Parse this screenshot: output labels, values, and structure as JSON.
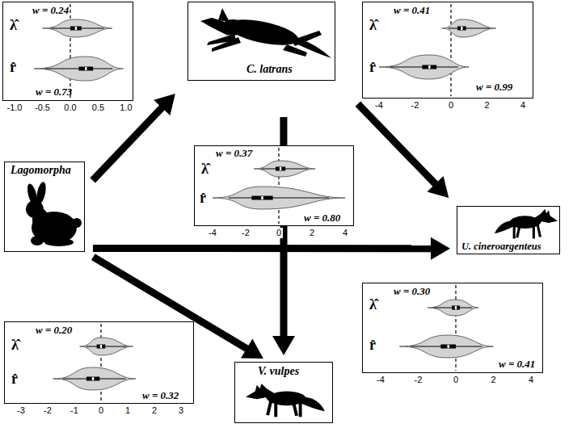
{
  "diagram": {
    "nodes": [
      {
        "text": [
          "λ̂",
          "w = 0.24",
          "r̂",
          "w = 0.73",
          "-1.0",
          "-0.5",
          "0.0",
          "0.5",
          "1.0"
        ]
      },
      {
        "text": [
          "C. latrans"
        ]
      },
      {
        "text": [
          "λ̂",
          "w = 0.41",
          "r̂",
          "w = 0.99",
          "-4",
          "-2",
          "0",
          "2",
          "4"
        ]
      },
      {
        "text": [
          "Lagomorpha"
        ]
      },
      {
        "text": [
          "λ̂",
          "w = 0.37",
          "r̂",
          "w = 0.80",
          "-4",
          "-2",
          "0",
          "2",
          "4"
        ]
      },
      {
        "text": [
          "U. cineroargenteus"
        ]
      },
      {
        "text": [
          "λ̂",
          "w = 0.20",
          "r̂",
          "w = 0.32",
          "-3",
          "-2",
          "-1",
          "0",
          "1",
          "2",
          "3"
        ]
      },
      {
        "text": [
          "V. vulpes"
        ]
      },
      {
        "text": [
          "λ̂",
          "w = 0.30",
          "r̂",
          "w = 0.41",
          "-4",
          "-2",
          "0",
          "2",
          "4"
        ]
      }
    ],
    "edges": [
      {
        "from": 3,
        "to": 1,
        "arrow": "to"
      },
      {
        "from": 1,
        "to": 5,
        "arrow": "to"
      },
      {
        "from": 3,
        "to": 5,
        "arrow": "to"
      },
      {
        "from": 3,
        "to": 7,
        "arrow": "to"
      },
      {
        "from": 1,
        "to": 7,
        "arrow": "to"
      }
    ]
  }
}
